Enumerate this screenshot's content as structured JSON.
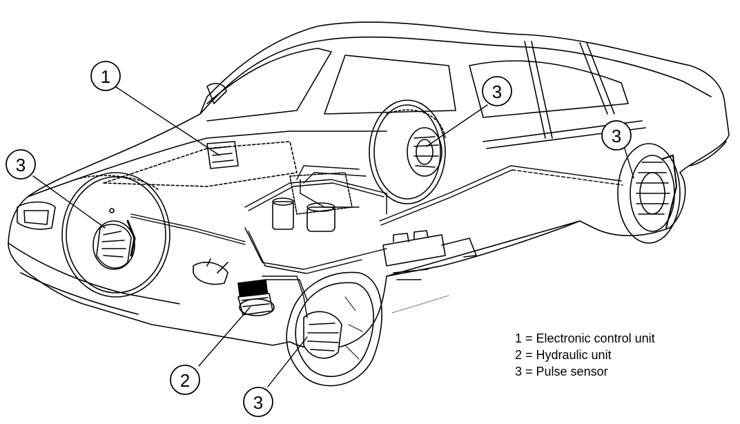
{
  "callouts": [
    {
      "number": "1",
      "target": "electronic-control-unit"
    },
    {
      "number": "3",
      "target": "front-left-wheel-sensor"
    },
    {
      "number": "3",
      "target": "rear-left-wheel-sensor"
    },
    {
      "number": "3",
      "target": "rear-right-wheel-sensor"
    },
    {
      "number": "2",
      "target": "hydraulic-unit"
    },
    {
      "number": "3",
      "target": "front-right-wheel-sensor"
    }
  ],
  "legend": [
    {
      "text": "1 = Electronic control unit"
    },
    {
      "text": "2 = Hydraulic unit"
    },
    {
      "text": "3 = Pulse sensor"
    }
  ]
}
